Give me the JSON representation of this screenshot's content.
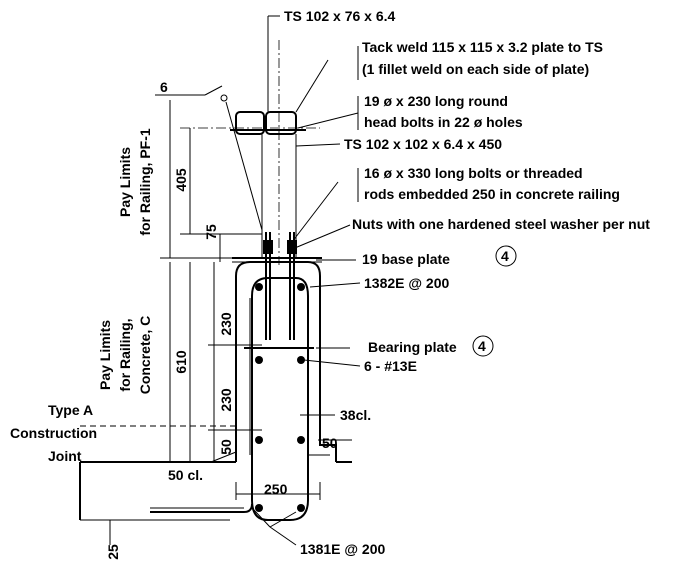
{
  "labels": {
    "ts_top": "TS 102 x 76 x 6.4",
    "tack_weld_1": "Tack weld 115 x 115 x 3.2 plate to TS",
    "tack_weld_2": "(1 fillet weld on each side of plate)",
    "head_bolts_1": "19 ø  x 230 long round",
    "head_bolts_2": "head bolts in 22 ø  holes",
    "ts_post": "TS 102 x 102 x 6.4 x 450",
    "bolts_1": "16 ø  x 330 long bolts or threaded",
    "bolts_2": "rods embedded 250 in concrete railing",
    "nuts": "Nuts with one hardened steel washer per nut",
    "base_plate": "19 base plate",
    "callout_4": "4",
    "rebar_1382e": "1382E @ 200",
    "bearing_plate": "Bearing plate",
    "rebar_13e": "6 - #13E",
    "cl_38": "38cl.",
    "weld_size": "6",
    "type_a_1": "Type A",
    "type_a_2": "Construction",
    "type_a_3": "Joint",
    "cl_50": "50 cl.",
    "rebar_1381e": "1381E @ 200"
  },
  "pay_limits": {
    "railing_pf_line1": "Pay Limits",
    "railing_pf_line2": "for Railing, PF-1",
    "railing_c_line1": "Pay Limits",
    "railing_c_line2": "for Railing,",
    "railing_c_line3": "Concrete, C"
  },
  "dimensions": {
    "d405": "405",
    "d75": "75",
    "d610": "610",
    "d230a": "230",
    "d230b": "230",
    "d50v": "50",
    "d50h": "50",
    "d250": "250",
    "d25": "25"
  }
}
